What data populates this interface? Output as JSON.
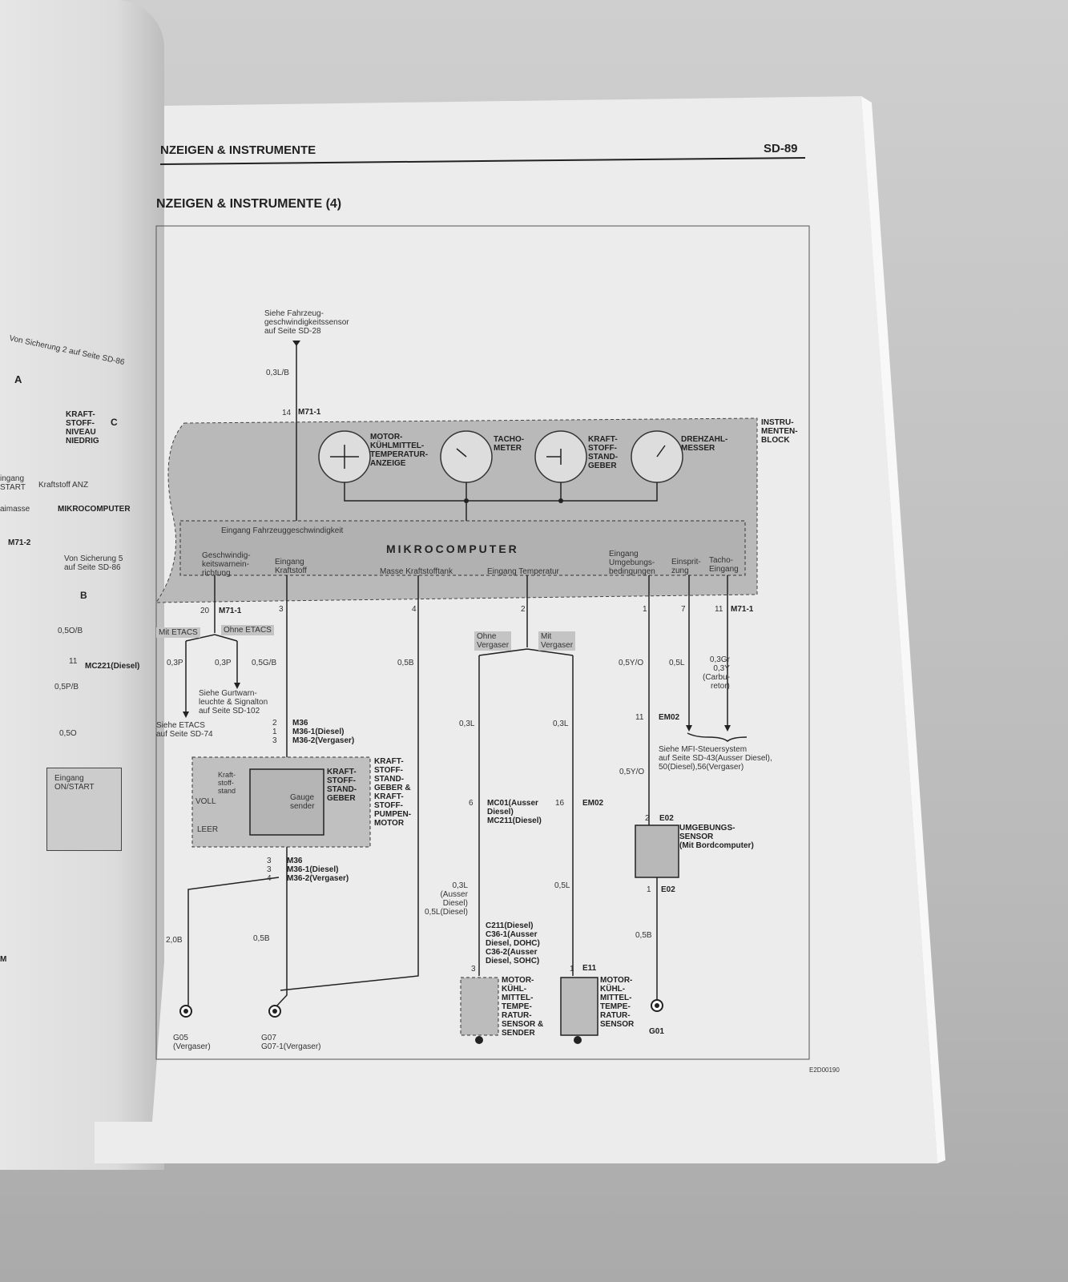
{
  "header": {
    "section": "NZEIGEN & INSTRUMENTE",
    "page": "SD-89",
    "title": "NZEIGEN & INSTRUMENTE (4)"
  },
  "labels": {
    "top_ref": "Siehe Fahrzeug-\ngeschwindigkeitssensor\nauf Seite SD-28",
    "w_03lb": "0,3L/B",
    "p14": "14",
    "m711_top": "M71-1",
    "g_temp": "MOTOR-\nKÜHLMITTEL-\nTEMPERATUR-\nANZEIGE",
    "g_tacho": "TACHO-\nMETER",
    "g_fuel": "KRAFT-\nSTOFF-\nSTAND-\nGEBER",
    "g_rpm": "DREHZAHL-\nMESSER",
    "block": "INSTRU-\nMENTEN-\nBLOCK",
    "in_speed": "Eingang Fahrzeuggeschwindigkeit",
    "micro": "MIKROCOMPUTER",
    "in_warn": "Geschwindig-\nkeitswarnein-\nrichtung",
    "in_fuel": "Eingang\nKraftstoff",
    "in_tank": "Masse Kraftstofftank",
    "in_temp": "Eingang Temperatur",
    "in_amb": "Eingang\nUmgebungs-\nbedingungen",
    "in_inj": "Einsprit-\nzung",
    "in_tacho": "Tacho-\nEingang",
    "p20": "20",
    "m711_a": "M71-1",
    "p3": "3",
    "p4": "4",
    "p2": "2",
    "p1": "1",
    "p7": "7",
    "p11": "11",
    "m711_b": "M71-1",
    "mit_etacs": "Mit ETACS",
    "ohne_etacs": "Ohne ETACS",
    "w_03p_a": "0,3P",
    "w_03p_b": "0,3P",
    "w_05gb": "0,5G/B",
    "w_05b": "0,5B",
    "w_05yo": "0,5Y/O",
    "w_05l": "0,5L",
    "w_03gr": "0,3Gr\n0,3Y\n(Carbu-\nretor)",
    "ref_belt": "Siehe Gurtwarn-\nleuchte & Signalton\nauf Seite SD-102",
    "ref_etacs": "Siehe ETACS\nauf Seite SD-74",
    "ohne_verg": "Ohne\nVergaser",
    "mit_verg": "Mit\nVergaser",
    "w_03l_a": "0,3L",
    "w_03l_b": "0,3L",
    "p11_em": "11",
    "em02_a": "EM02",
    "m36_pins": "2\n1\n3",
    "m36_a": "M36\nM36-1(Diesel)\nM36-2(Vergaser)",
    "ref_mfi": "Siehe MFI-Steuersystem\nauf Seite SD-43(Ausser Diesel),\n50(Diesel),56(Vergaser)",
    "w_05yo_b": "0,5Y/O",
    "fs_level": "Kraft-\nstoff-\nstand",
    "fs_voll": "VOLL",
    "fs_leer": "LEER",
    "fs_gauge": "Gauge\nsender",
    "fs_name": "KRAFT-\nSTOFF-\nSTAND-\nGEBER",
    "fs_outer": "KRAFT-\nSTOFF-\nSTAND-\nGEBER &\nKRAFT-\nSTOFF-\nPUMPEN-\nMOTOR",
    "p6": "6",
    "mc01": "MC01(Ausser\nDiesel)\nMC211(Diesel)",
    "p16": "16",
    "em02_b": "EM02",
    "p2_e": "2",
    "e02_a": "E02",
    "amb_name": "UMGEBUNGS-\nSENSOR\n(Mit Bordcomputer)",
    "p1_e": "1",
    "e02_b": "E02",
    "m36_pins_b": "3\n3\n4",
    "m36_b": "M36\nM36-1(Diesel)\nM36-2(Vergaser)",
    "w_20b": "2,0B",
    "w_05b_b": "0,5B",
    "w_03l_c": "0,3L\n(Ausser\nDiesel)\n0,5L(Diesel)",
    "w_05l_b": "0,5L",
    "w_05b_c": "0,5B",
    "c211": "C211(Diesel)\nC36-1(Ausser\nDiesel, DOHC)\nC36-2(Ausser\nDiesel, SOHC)",
    "p3_c": "3",
    "p1_c": "1",
    "e11": "E11",
    "sens_a": "MOTOR-\nKÜHL-\nMITTEL-\nTEMPE-\nRATUR-\nSENSOR &\nSENDER",
    "sens_b": "MOTOR-\nKÜHL-\nMITTEL-\nTEMPE-\nRATUR-\nSENSOR",
    "g05": "G05\n(Vergaser)",
    "g07": "G07\nG07-1(Vergaser)",
    "g01": "G01",
    "code": "E2D00190"
  },
  "left": {
    "fuse2": "Von Sicherung 2 auf Seite SD-86",
    "low_fuel": "KRAFT-\nSTOFF-\nNIVEAU\nNIEDRIG",
    "fuel_anz": "Kraftstoff ANZ",
    "micro": "MIKROCOMPUTER",
    "m712": "M71-2",
    "fuse5": "Von Sicherung 5\nauf Seite SD-86",
    "w1": "0,5O/B",
    "p11": "11",
    "mc221": "MC221(Diesel)",
    "w2": "0,5P/B",
    "w3": "0,5O",
    "onstart": "Eingang\nON/START",
    "start": "ingang\nSTART",
    "masse": "aimasse",
    "m": "M",
    "a": "A",
    "b": "B",
    "c": "C"
  }
}
